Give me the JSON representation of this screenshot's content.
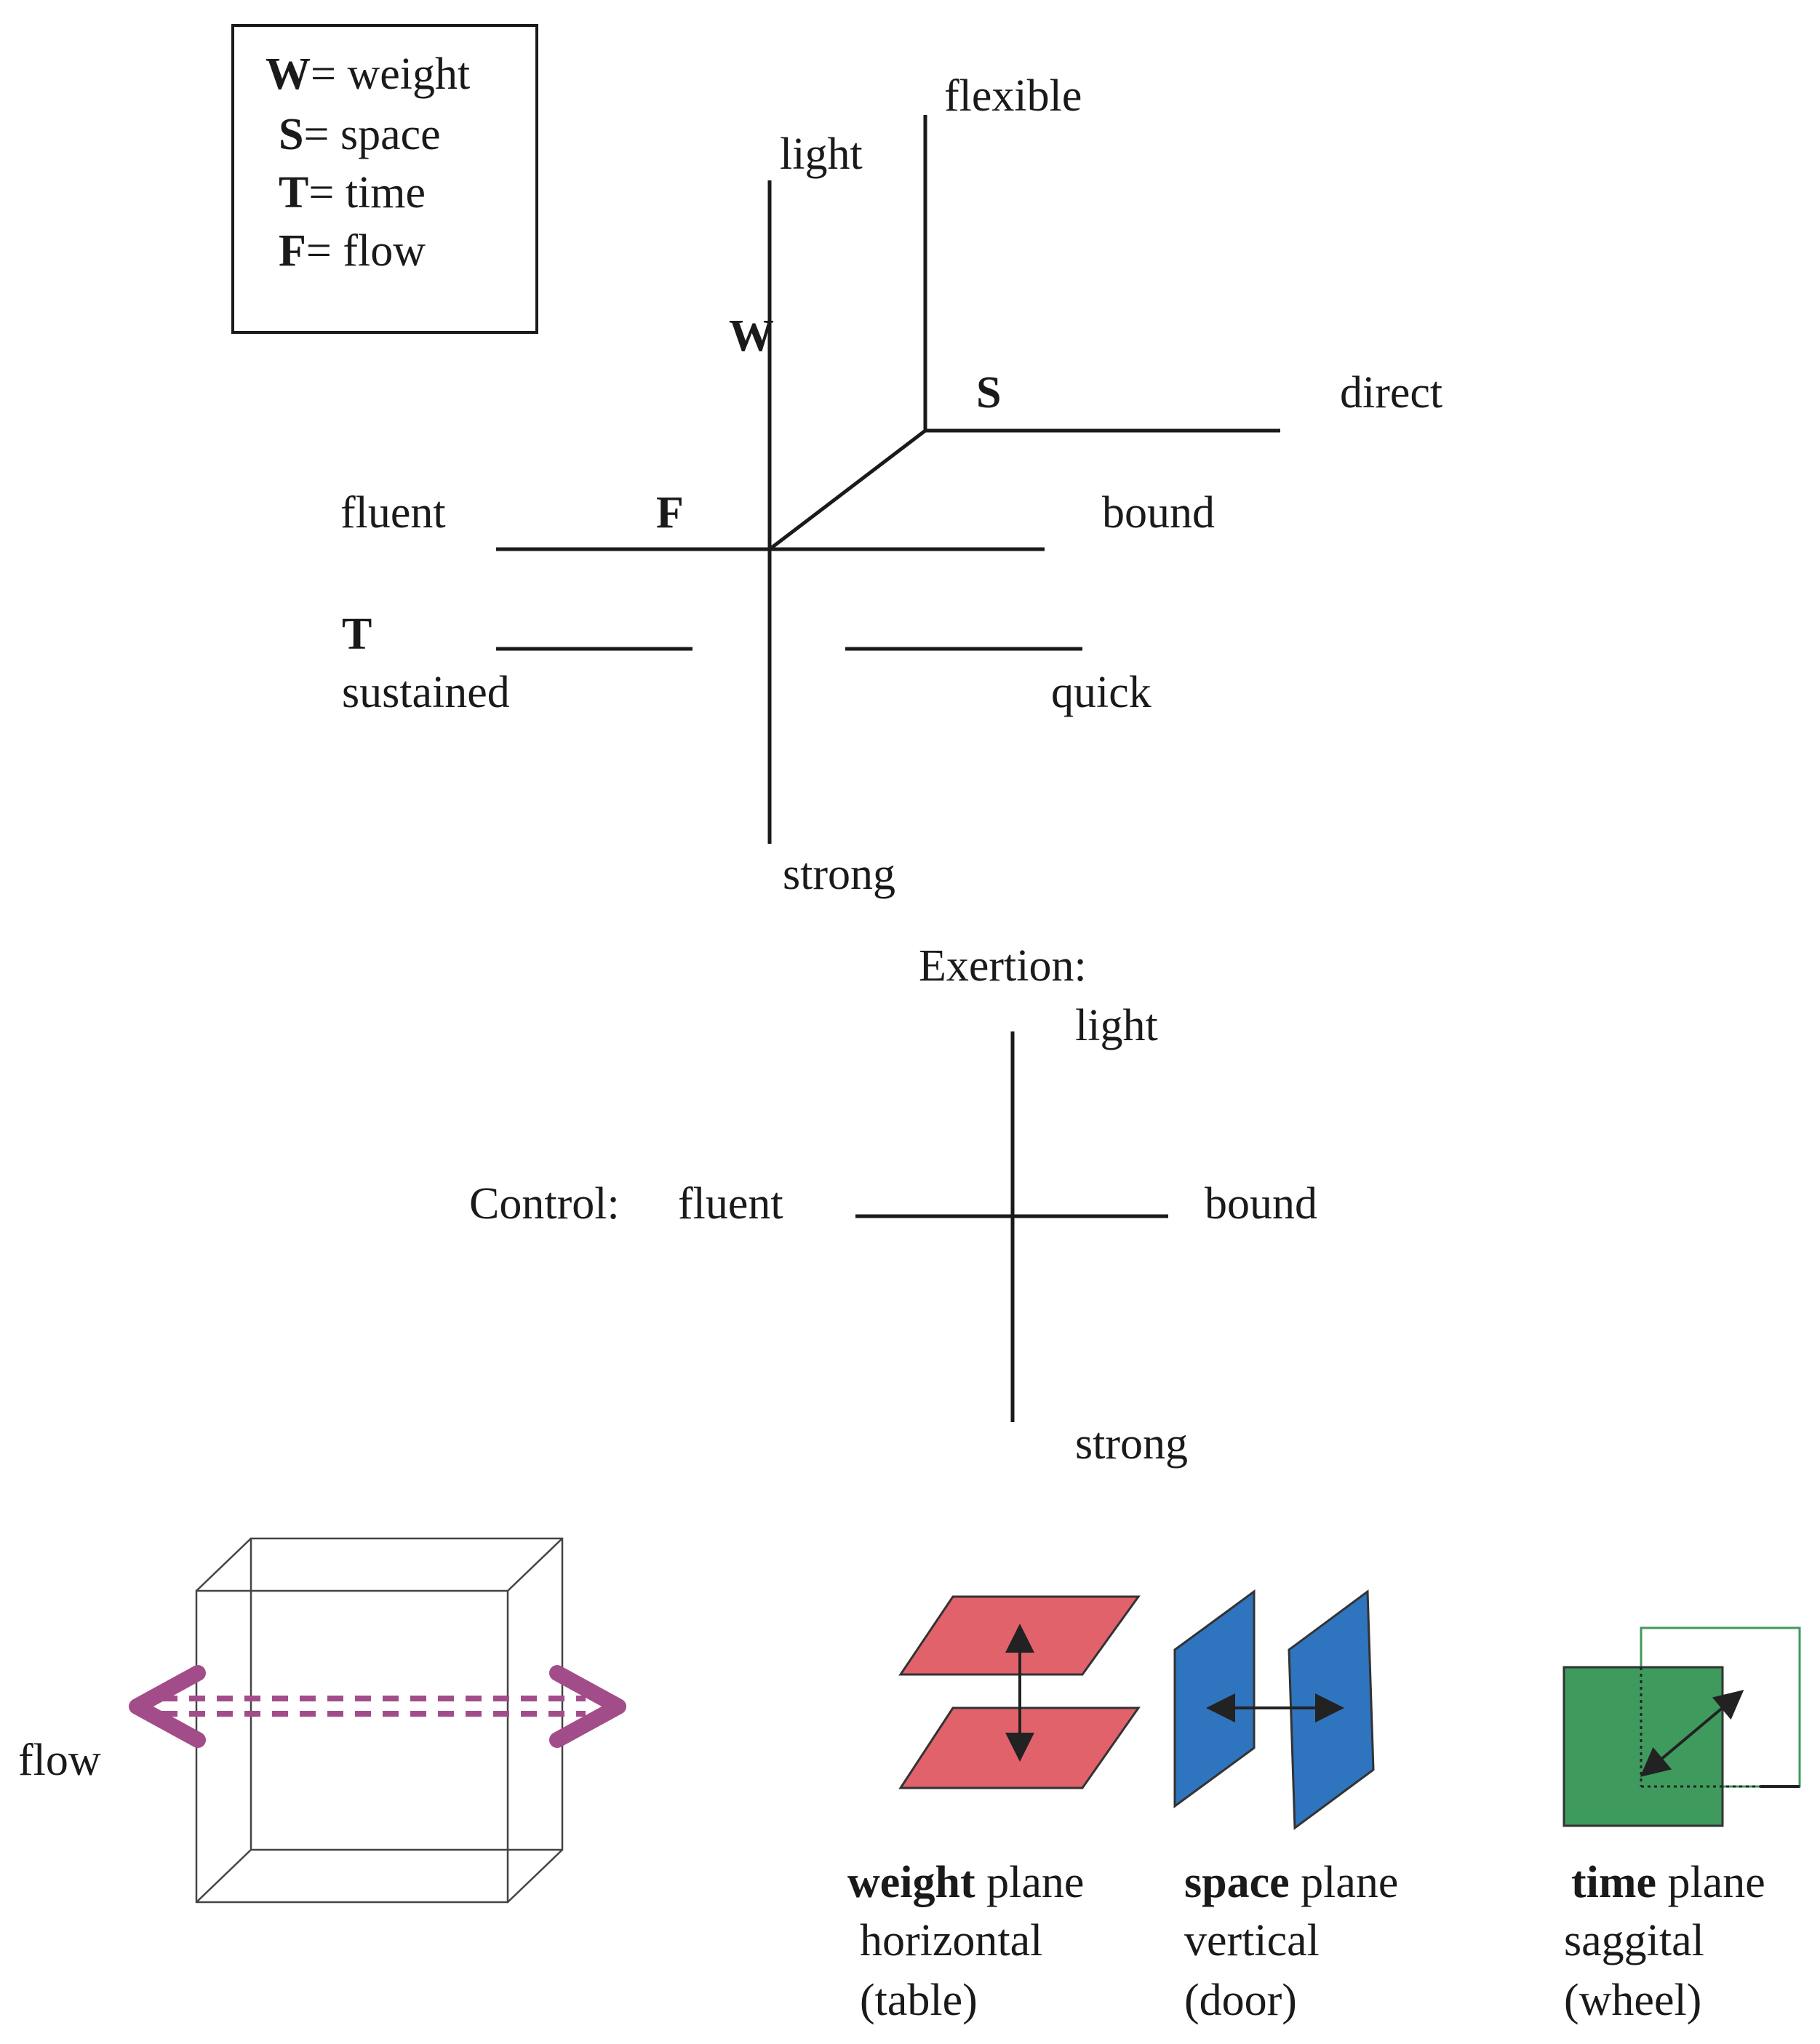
{
  "legend": {
    "items": [
      {
        "key": "W",
        "text": "= weight"
      },
      {
        "key": "S",
        "text": "= space"
      },
      {
        "key": "T",
        "text": "= time"
      },
      {
        "key": "F",
        "text": "= flow"
      }
    ]
  },
  "effort_diagram": {
    "weight": {
      "letter": "W",
      "top": "light",
      "bottom": "strong"
    },
    "space": {
      "letter": "S",
      "up": "flexible",
      "right": "direct"
    },
    "flow": {
      "letter": "F",
      "left": "fluent",
      "right": "bound"
    },
    "time": {
      "letter": "T",
      "left": "sustained",
      "right": "quick"
    }
  },
  "exertion_control": {
    "exertion_title": "Exertion:",
    "control_title": "Control:",
    "top": "light",
    "bottom": "strong",
    "left": "fluent",
    "right": "bound"
  },
  "flow_cube": {
    "label": "flow",
    "arrow_color": "#a24d8a"
  },
  "planes": [
    {
      "name": "weight",
      "suffix": " plane",
      "orientation": "horizontal",
      "example": "(table)",
      "color": "#e2626b"
    },
    {
      "name": "space",
      "suffix": " plane",
      "orientation": "vertical",
      "example": "(door)",
      "color": "#2f74be"
    },
    {
      "name": "time",
      "suffix": " plane",
      "orientation": "saggital",
      "example": "(wheel)",
      "color": "#3f9a5e"
    }
  ]
}
